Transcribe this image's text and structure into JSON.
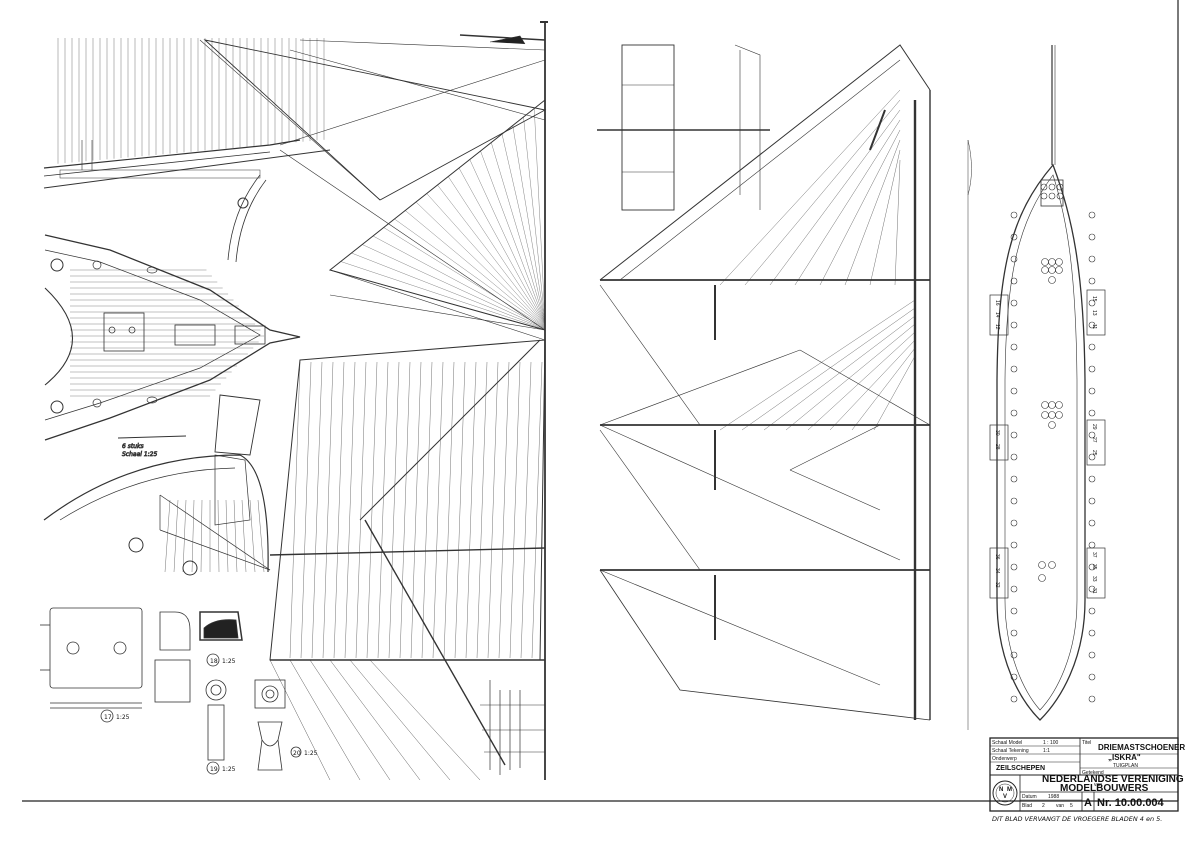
{
  "title_block": {
    "scale_model_label": "Schaal Model",
    "scale_model_value": "1 : 100",
    "scale_drawing_label": "Schaal Tekening",
    "scale_drawing_value": "1:1",
    "subject_label": "Onderwerp",
    "category": "ZEILSCHEPEN",
    "title_label": "Titel",
    "ship_type": "DRIEMASTSCHOENER",
    "ship_name": "„ISKRA\"",
    "sheet_subject": "TUIGPLAN",
    "drawn_label": "Getekend",
    "org_line1": "NEDERLANDSE VERENIGING",
    "org_line2": "van",
    "org_line3": "MODELBOUWERS",
    "date_label": "Datum",
    "date_value": "1988",
    "sheet_label": "Blad",
    "sheet_value": "2",
    "of_label": "van",
    "of_value": "5",
    "size_letter": "A",
    "drawing_number": "Nr. 10.00.004",
    "logo_letters": [
      "N",
      "V",
      "M"
    ]
  },
  "footnote": "DIT BLAD VERVANGT DE VROEGERE BLADEN  4 en 5.",
  "detail_labels": {
    "rope_coil_note": "6 stuks",
    "rope_coil_scale": "Schaal 1:25",
    "detail_17": "17",
    "detail_17_scale": "1:25",
    "detail_18": "18",
    "detail_18_scale": "1:25",
    "detail_19": "19",
    "detail_19_scale": "1:25",
    "detail_20": "20",
    "detail_20_scale": "1:25"
  },
  "plan_numbers": {
    "left_row_top": [
      "16",
      "14",
      "12"
    ],
    "right_row_top": [
      "15",
      "13",
      "11"
    ],
    "left_row_mid": [
      "30",
      "28"
    ],
    "right_row_mid": [
      "29",
      "27",
      "25"
    ],
    "left_row_low": [
      "36",
      "34",
      "32"
    ],
    "right_row_low": [
      "37",
      "35",
      "33",
      "31"
    ]
  }
}
